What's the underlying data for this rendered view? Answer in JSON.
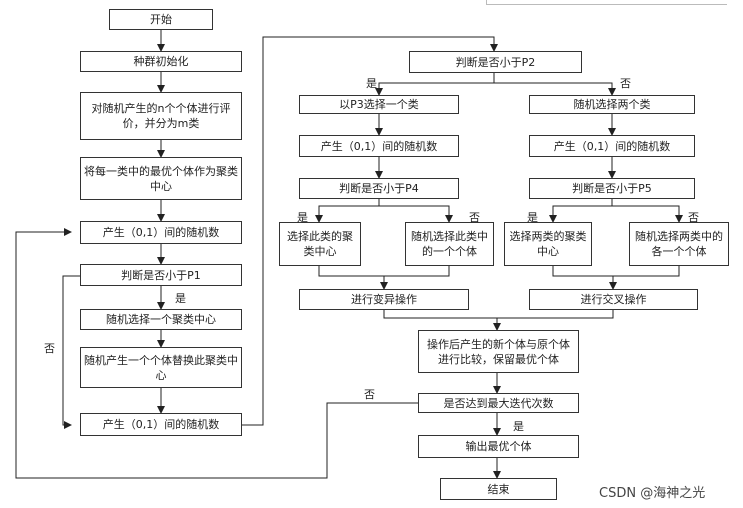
{
  "flowchart": {
    "left": {
      "start": "开始",
      "init": "种群初始化",
      "evaluate": "对随机产生的n个个体进行评价，并分为m类",
      "center": "将每一类中的最优个体作为聚类中心",
      "rand1": "产生（0,1）间的随机数",
      "judge_p1": "判断是否小于P1",
      "pick_center": "随机选择一个聚类中心",
      "replace_center": "随机产生一个个体替换此聚类中心",
      "rand2": "产生（0,1）间的随机数"
    },
    "right": {
      "judge_p2": "判断是否小于P2",
      "p3_select": "以P3选择一个类",
      "pick_two": "随机选择两个类",
      "rand_a": "产生（0,1）间的随机数",
      "rand_b": "产生（0,1）间的随机数",
      "judge_p4": "判断是否小于P4",
      "judge_p5": "判断是否小于P5",
      "this_center": "选择此类的聚类中心",
      "one_in_class": "随机选择此类中的一个个体",
      "two_centers": "选择两类的聚类中心",
      "each_in_two": "随机选择两类中的各一个个体",
      "mutation": "进行变异操作",
      "crossover": "进行交叉操作",
      "compare": "操作后产生的新个体与原个体进行比较，保留最优个体",
      "max_iter": "是否达到最大迭代次数",
      "output": "输出最优个体",
      "end": "结束"
    },
    "edge_labels": {
      "yes": "是",
      "no": "否"
    }
  },
  "watermark": "CSDN @海神之光"
}
